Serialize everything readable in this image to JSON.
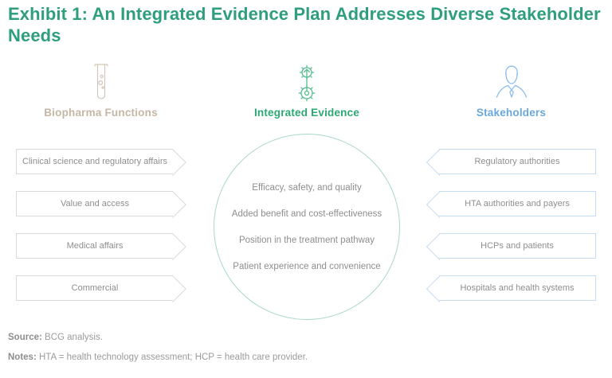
{
  "title": {
    "line1": "Exhibit 1: An Integrated Evidence Plan Addresses Diverse Stakeholder",
    "line2": "Needs"
  },
  "columns": {
    "biopharma": {
      "header": "Biopharma Functions",
      "icon": "test-tube-icon",
      "items": [
        "Clinical science and regulatory affairs",
        "Value and access",
        "Medical affairs",
        "Commercial"
      ]
    },
    "evidence": {
      "header": "Integrated Evidence",
      "icon": "gears-arrow-icon",
      "items": [
        "Efficacy, safety, and quality",
        "Added benefit and cost-effectiveness",
        "Position in the treatment pathway",
        "Patient experience and convenience"
      ]
    },
    "stakeholders": {
      "header": "Stakeholders",
      "icon": "person-icon",
      "items": [
        "Regulatory authorities",
        "HTA authorities and payers",
        "HCPs and patients",
        "Hospitals and health systems"
      ]
    }
  },
  "footer": {
    "source_label": "Source:",
    "source_text": "BCG analysis.",
    "notes_label": "Notes:",
    "notes_text": "HTA = health technology assessment; HCP = health care provider."
  },
  "colors": {
    "title_green": "#2f9e7d",
    "biopharma_tan": "#c5b7a6",
    "biopharma_icon": "#d2c8b9",
    "evidence_green": "#2ba873",
    "evidence_icon": "#57bd8f",
    "stakeholders_blue": "#6aa7db",
    "stakeholders_icon": "#8cbde9",
    "circle_border": "#a9d8c5",
    "left_box_border": "#d9d9d9",
    "right_box_border": "#c6dcf2",
    "body_text_gray": "#8e8e8e",
    "footer_gray": "#9b9b9b",
    "footer_label_gray": "#8d8d8d"
  }
}
